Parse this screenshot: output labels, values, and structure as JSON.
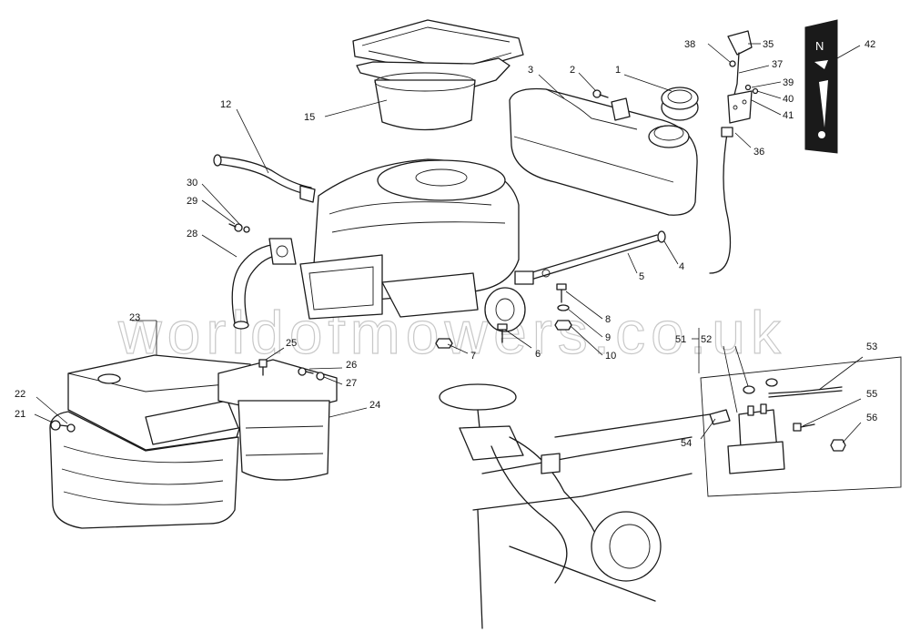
{
  "watermark": "worldofmowers.co.uk",
  "callouts": [
    {
      "id": "c1",
      "text": "1"
    },
    {
      "id": "c2",
      "text": "2"
    },
    {
      "id": "c3",
      "text": "3"
    },
    {
      "id": "c4",
      "text": "4"
    },
    {
      "id": "c5",
      "text": "5"
    },
    {
      "id": "c6",
      "text": "6"
    },
    {
      "id": "c7",
      "text": "7"
    },
    {
      "id": "c8",
      "text": "8"
    },
    {
      "id": "c9",
      "text": "9"
    },
    {
      "id": "c10",
      "text": "10"
    },
    {
      "id": "c12",
      "text": "12"
    },
    {
      "id": "c15",
      "text": "15"
    },
    {
      "id": "c21",
      "text": "21"
    },
    {
      "id": "c22",
      "text": "22"
    },
    {
      "id": "c23",
      "text": "23"
    },
    {
      "id": "c24",
      "text": "24"
    },
    {
      "id": "c25",
      "text": "25"
    },
    {
      "id": "c26",
      "text": "26"
    },
    {
      "id": "c27",
      "text": "27"
    },
    {
      "id": "c28",
      "text": "28"
    },
    {
      "id": "c29",
      "text": "29"
    },
    {
      "id": "c30",
      "text": "30"
    },
    {
      "id": "c35",
      "text": "35"
    },
    {
      "id": "c36",
      "text": "36"
    },
    {
      "id": "c37",
      "text": "37"
    },
    {
      "id": "c38",
      "text": "38"
    },
    {
      "id": "c39",
      "text": "39"
    },
    {
      "id": "c40",
      "text": "40"
    },
    {
      "id": "c41",
      "text": "41"
    },
    {
      "id": "c42",
      "text": "42"
    },
    {
      "id": "c51",
      "text": "51"
    },
    {
      "id": "c52",
      "text": "52"
    },
    {
      "id": "c53",
      "text": "53"
    },
    {
      "id": "c54",
      "text": "54"
    },
    {
      "id": "c55",
      "text": "55"
    },
    {
      "id": "c56",
      "text": "56"
    }
  ],
  "throttle_plate": {
    "symbol_top": "N"
  }
}
